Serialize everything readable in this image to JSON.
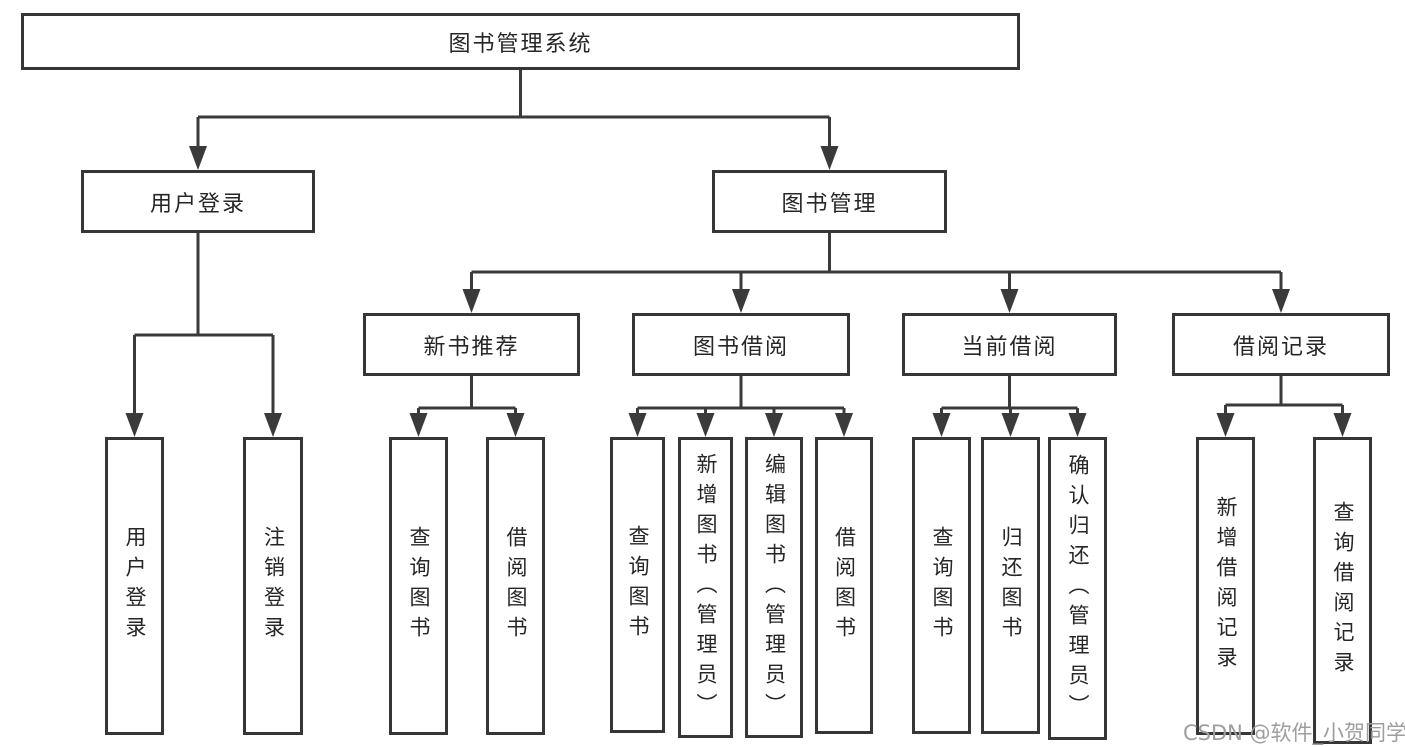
{
  "page": {
    "background": "#ffffff",
    "line_color": "#3a3a3a",
    "box_border_color": "#363636",
    "text_color": "#262626",
    "watermark_color": "#9e9e9e"
  },
  "tree": {
    "root": {
      "label": "图书管理系统"
    },
    "level1": [
      {
        "label": "用户登录",
        "children": [
          {
            "label": "用户登录"
          },
          {
            "label": "注销登录"
          }
        ]
      },
      {
        "label": "图书管理",
        "children": [
          {
            "label": "新书推荐",
            "children": [
              {
                "label": "查询图书"
              },
              {
                "label": "借阅图书"
              }
            ]
          },
          {
            "label": "图书借阅",
            "children": [
              {
                "label": "查询图书"
              },
              {
                "label": "新增图书（管理员）"
              },
              {
                "label": "编辑图书（管理员）"
              },
              {
                "label": "借阅图书"
              }
            ]
          },
          {
            "label": "当前借阅",
            "children": [
              {
                "label": "查询图书"
              },
              {
                "label": "归还图书"
              },
              {
                "label": "确认归还（管理员）"
              }
            ]
          },
          {
            "label": "借阅记录",
            "children": [
              {
                "label": "新增借阅记录"
              },
              {
                "label": "查询借阅记录"
              }
            ]
          }
        ]
      }
    ]
  },
  "watermark": {
    "text": "CSDN @软件_小贺同学"
  }
}
